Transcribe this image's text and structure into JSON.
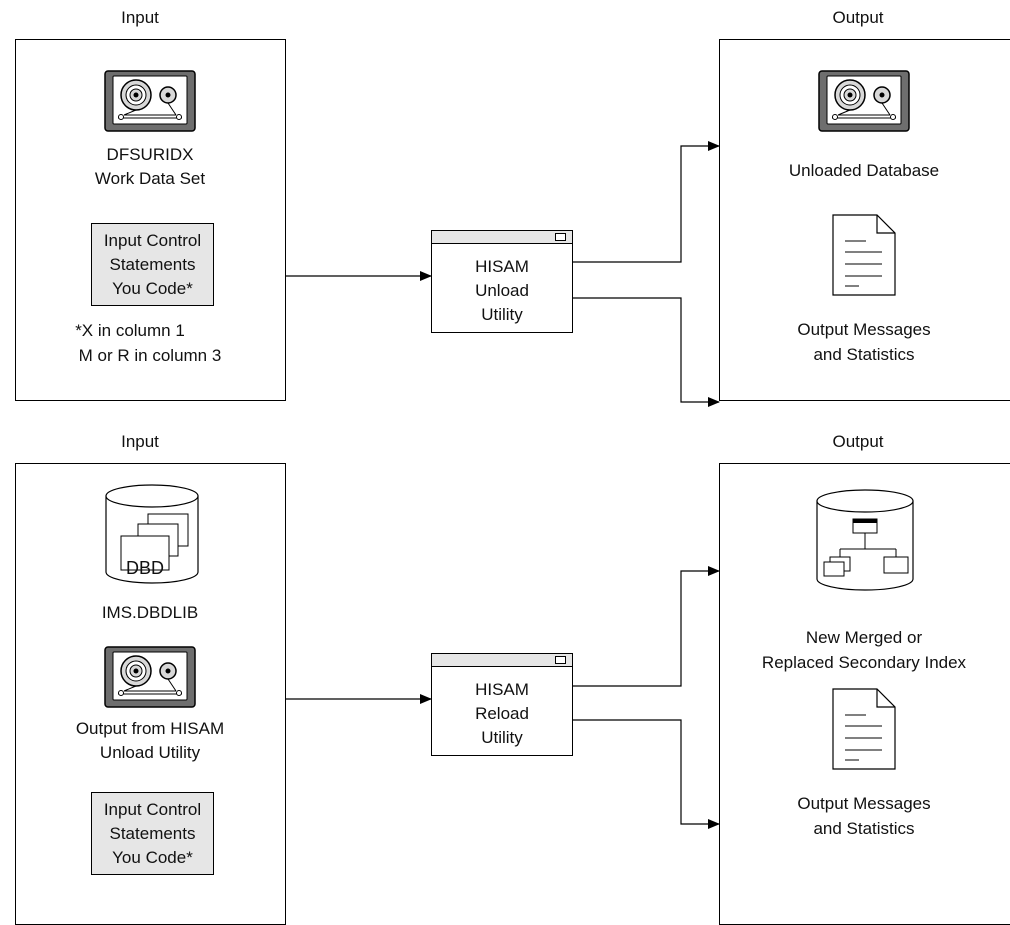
{
  "diagram1": {
    "input_title": "Input",
    "output_title": "Output",
    "input_items": {
      "tape_label_line1": "DFSURIDX",
      "tape_label_line2": "Work Data Set",
      "control_line1": "Input Control",
      "control_line2": "Statements",
      "control_line3": "You Code*",
      "footnote_line1": "*X in column 1",
      "footnote_line2": "M or R in column 3"
    },
    "utility": {
      "line1": "HISAM",
      "line2": "Unload",
      "line3": "Utility"
    },
    "output_items": {
      "tape_label": "Unloaded Database",
      "doc_label_line1": "Output Messages",
      "doc_label_line2": "and Statistics"
    }
  },
  "diagram2": {
    "input_title": "Input",
    "output_title": "Output",
    "input_items": {
      "dbd_text": "DBD",
      "disk_label": "IMS.DBDLIB",
      "tape_label_line1": "Output from HISAM",
      "tape_label_line2": "Unload Utility",
      "control_line1": "Input Control",
      "control_line2": "Statements",
      "control_line3": "You Code*"
    },
    "utility": {
      "line1": "HISAM",
      "line2": "Reload",
      "line3": "Utility"
    },
    "output_items": {
      "index_label_line1": "New Merged or",
      "index_label_line2": "Replaced Secondary Index",
      "doc_label_line1": "Output Messages",
      "doc_label_line2": "and Statistics"
    }
  },
  "colors": {
    "fill_light": "#e6e6e6",
    "tape_body": "#6e6e6e",
    "line": "#000000"
  }
}
